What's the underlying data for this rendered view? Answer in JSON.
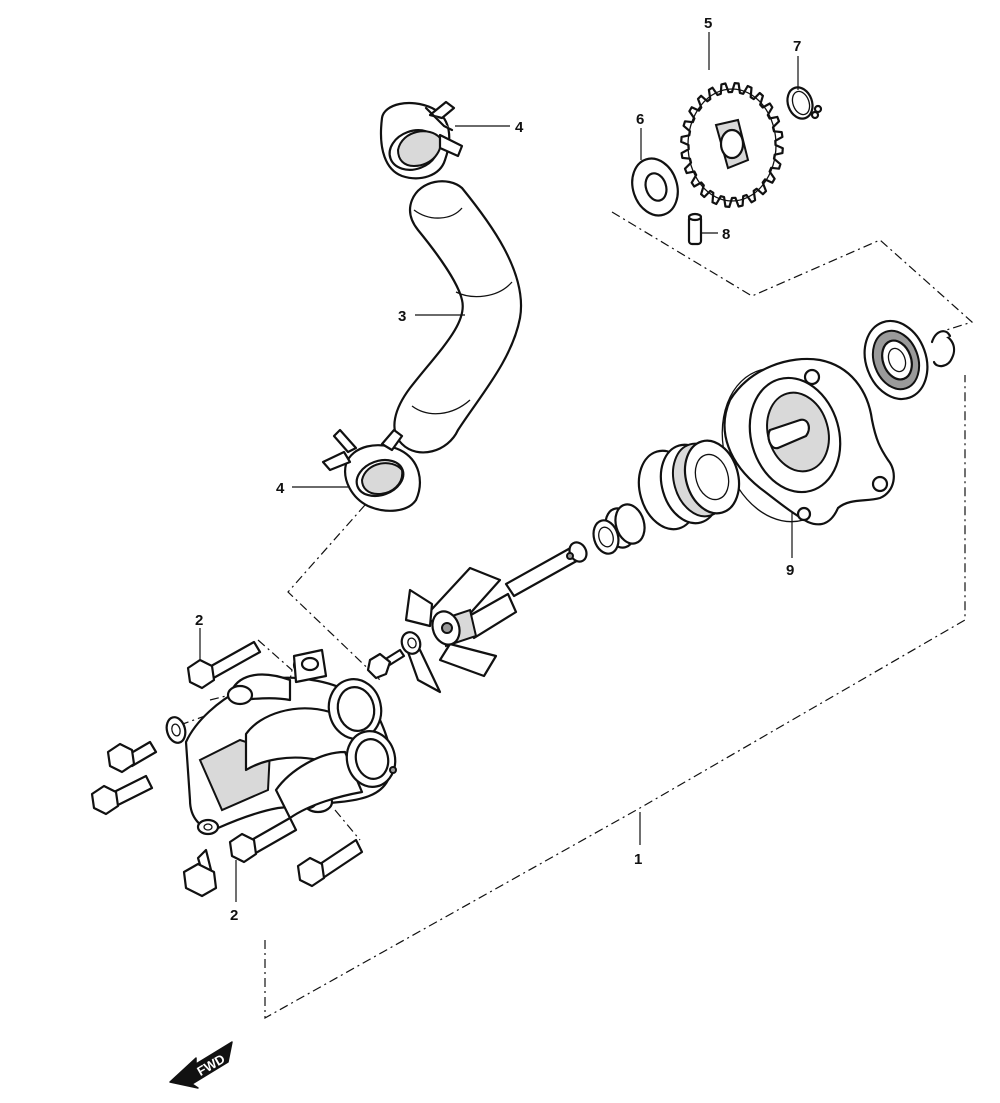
{
  "callouts": {
    "c1": "1",
    "c2a": "2",
    "c2b": "2",
    "c3": "3",
    "c4a": "4",
    "c4b": "4",
    "c5": "5",
    "c6": "6",
    "c7": "7",
    "c8": "8",
    "c9": "9"
  },
  "fwd_label": "FWD"
}
